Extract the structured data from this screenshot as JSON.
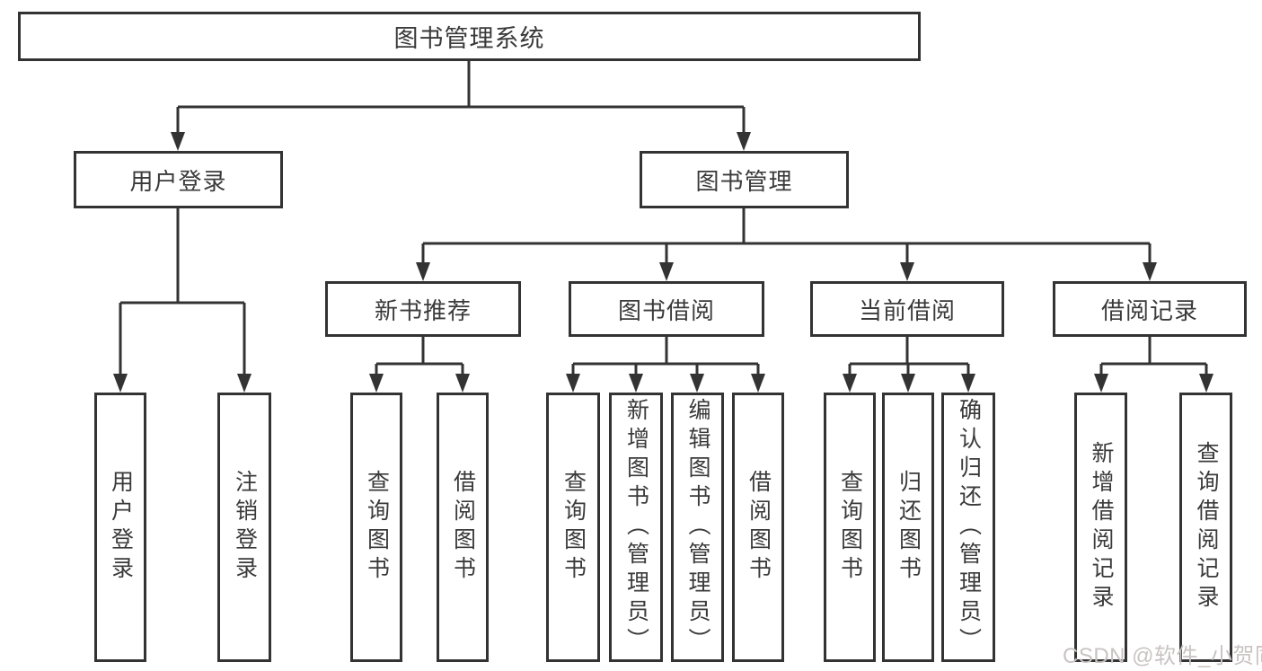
{
  "tree": {
    "label": "图书管理系统",
    "children": [
      {
        "label": "用户登录",
        "children": [
          {
            "label": "用户登录"
          },
          {
            "label": "注销登录"
          }
        ]
      },
      {
        "label": "图书管理",
        "children": [
          {
            "label": "新书推荐",
            "children": [
              {
                "label": "查询图书"
              },
              {
                "label": "借阅图书"
              }
            ]
          },
          {
            "label": "图书借阅",
            "children": [
              {
                "label": "查询图书"
              },
              {
                "label": "新增图书（管理员）"
              },
              {
                "label": "编辑图书（管理员）"
              },
              {
                "label": "借阅图书"
              }
            ]
          },
          {
            "label": "当前借阅",
            "children": [
              {
                "label": "查询图书"
              },
              {
                "label": "归还图书"
              },
              {
                "label": "确认归还（管理员）"
              }
            ]
          },
          {
            "label": "借阅记录",
            "children": [
              {
                "label": "新增借阅记录"
              },
              {
                "label": "查询借阅记录"
              }
            ]
          }
        ]
      }
    ]
  },
  "watermark": "CSDN @软件_小贺同学",
  "colors": {
    "line": "#333333",
    "text": "#3a3a3a",
    "watermark": "#c9c3c3",
    "background": "#ffffff"
  }
}
